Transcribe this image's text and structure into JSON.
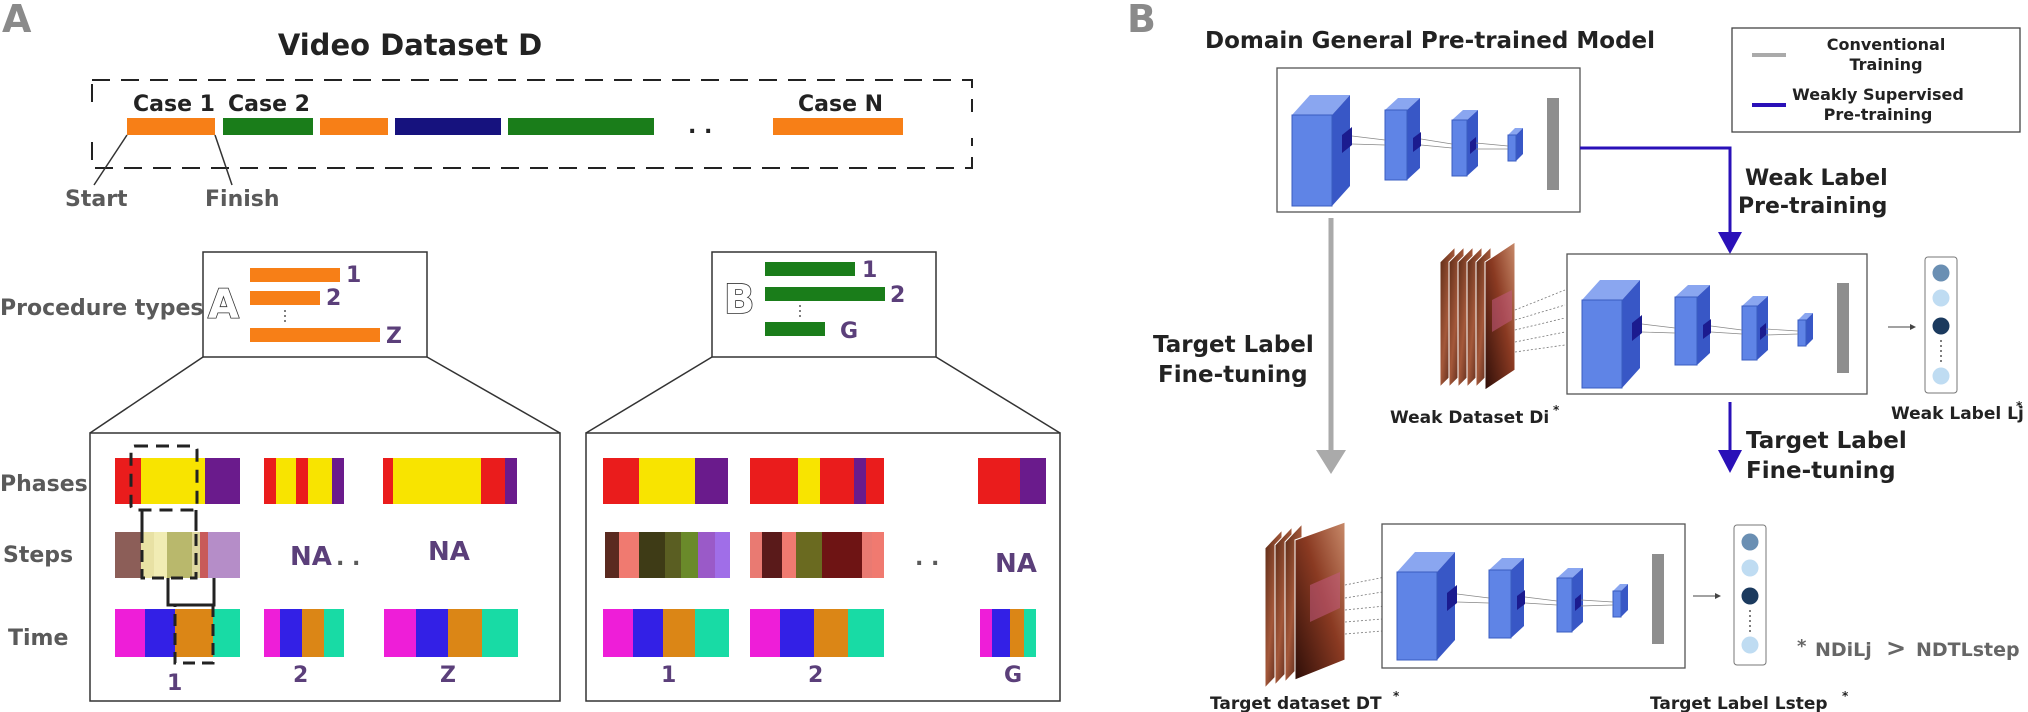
{
  "panel_a": {
    "letter": "A",
    "title": "Video Dataset D",
    "case_labels": [
      "Case 1",
      "Case 2",
      "Case N"
    ],
    "ellipsis": ". .",
    "start": "Start",
    "finish": "Finish",
    "procedure_types": "Procedure types",
    "proc_a": {
      "letter": "A",
      "labels": [
        "1",
        "2",
        "Z"
      ]
    },
    "proc_b": {
      "letter": "B",
      "labels": [
        "1",
        "2",
        "G"
      ]
    },
    "rows": [
      "Phases",
      "Steps",
      "Time"
    ],
    "na": "NA",
    "dots": ". .",
    "left_case_labels": [
      "1",
      "2",
      "Z"
    ],
    "right_case_labels": [
      "1",
      "2",
      "G"
    ]
  },
  "panel_b": {
    "letter": "B",
    "model_title": "Domain General Pre-trained Model",
    "legend_conventional": [
      "Conventional",
      "Training"
    ],
    "legend_weak": [
      "Weakly Supervised",
      "Pre-training"
    ],
    "weak_label_pretraining": [
      "Weak Label",
      "Pre-training"
    ],
    "target_label_finetuning_left": [
      "Target Label",
      "Fine-tuning"
    ],
    "target_label_finetuning_mid": [
      "Target Label",
      "Fine-tuning"
    ],
    "weak_dataset": "Weak Dataset Di",
    "weak_label": "Weak Label Lj",
    "target_dataset": "Target dataset DT",
    "target_label": "Target Label Lstep",
    "star": "*",
    "eq_prefix": "*",
    "eq_left": "NDiLj",
    "eq_gt": ">",
    "eq_right": "NDTLstep"
  },
  "colors": {
    "orange": "#f77f17",
    "green": "#1a7d1a",
    "navy": "#16127e",
    "red": "#ea1c1c",
    "yellow": "#f8e400",
    "purple": "#6a1b8c",
    "magenta": "#ee1ed8",
    "blue": "#3320e6",
    "amber": "#db8616",
    "teal": "#18dba5",
    "gray_arrow": "#aaaaaa",
    "blue_arrow": "#2a10b8",
    "cnn_front": "#5f84e6",
    "cnn_side": "#3857c6"
  }
}
